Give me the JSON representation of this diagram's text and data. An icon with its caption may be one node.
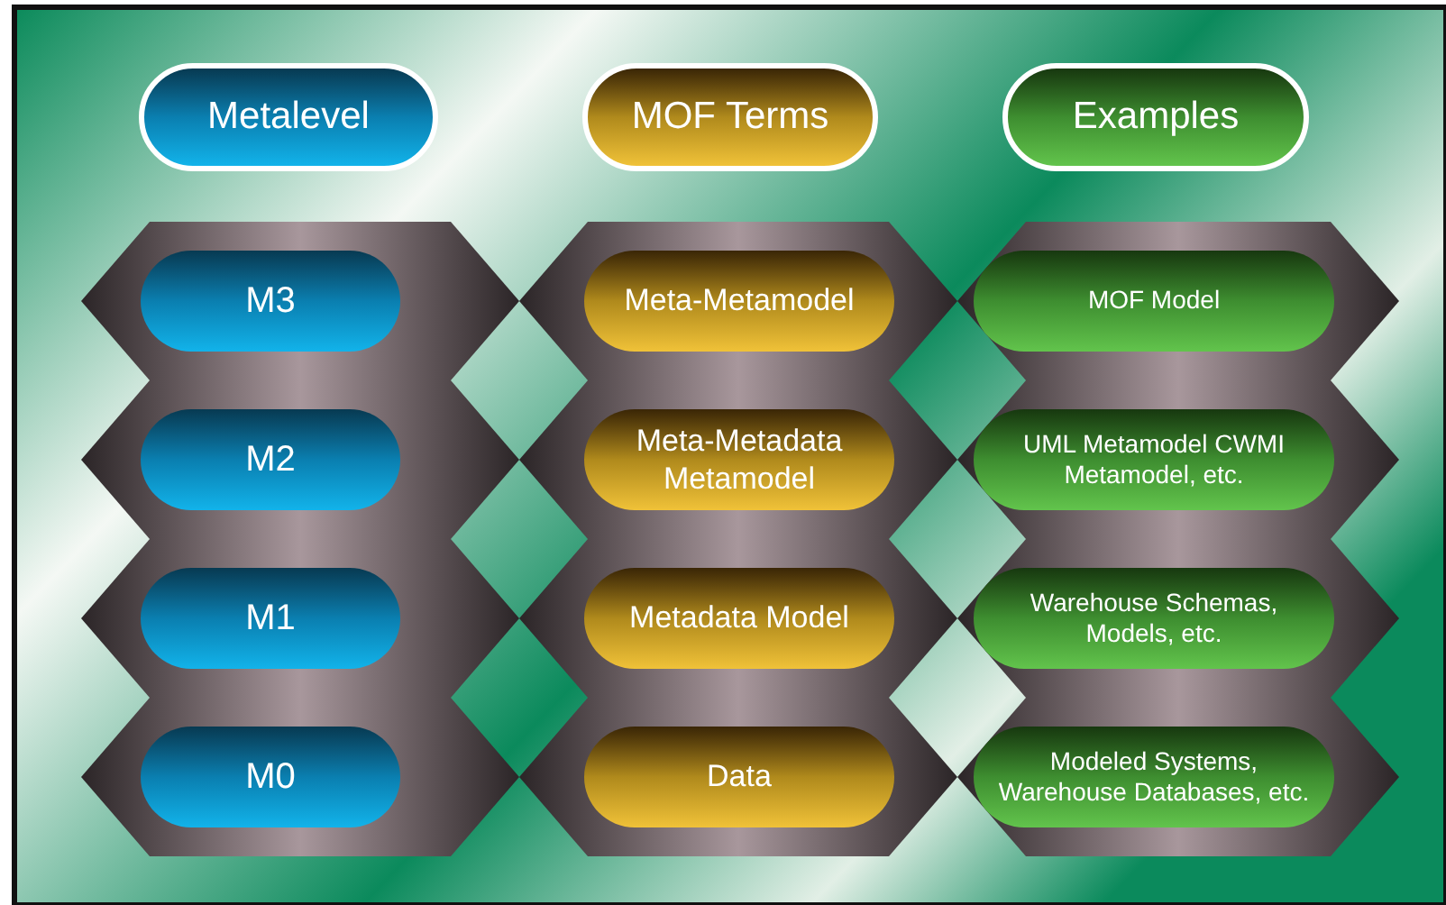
{
  "diagram": {
    "nodes": [
      {
        "text": [
          "Metalevel"
        ]
      },
      {
        "text": [
          "MOF Terms"
        ]
      },
      {
        "text": [
          "Examples"
        ]
      },
      {
        "text": [
          "M3"
        ]
      },
      {
        "text": [
          "Meta-Metamodel"
        ]
      },
      {
        "text": [
          "MOF Model"
        ]
      },
      {
        "text": [
          "M2"
        ]
      },
      {
        "text": [
          "Meta-Metadata Metamodel"
        ]
      },
      {
        "text": [
          "UML Metamodel CWMI Metamodel, etc."
        ]
      },
      {
        "text": [
          "M1"
        ]
      },
      {
        "text": [
          "Metadata Model"
        ]
      },
      {
        "text": [
          "Warehouse Schemas, Models, etc."
        ]
      },
      {
        "text": [
          "M0"
        ]
      },
      {
        "text": [
          "Data"
        ]
      },
      {
        "text": [
          "Modeled Systems, Warehouse Databases, etc."
        ]
      }
    ]
  }
}
